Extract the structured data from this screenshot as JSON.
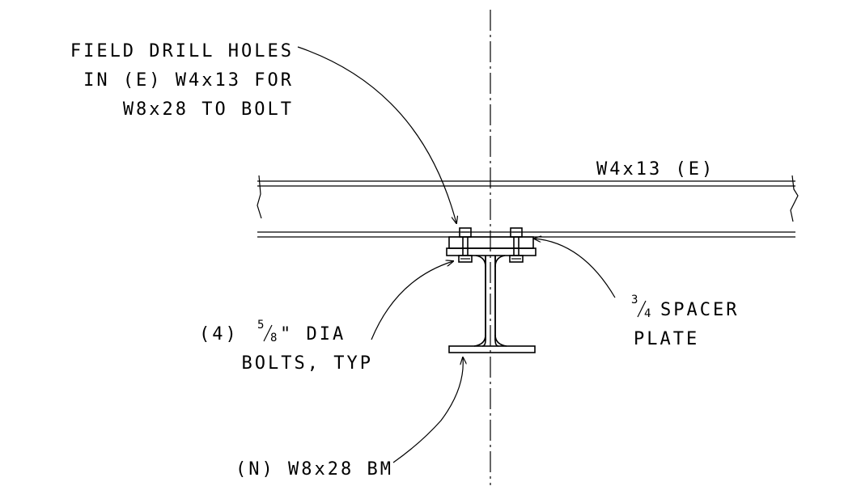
{
  "notes": {
    "field_drill": [
      "FIELD DRILL HOLES",
      "IN (E) W4x13 FOR",
      "W8x28 TO BOLT"
    ],
    "existing_beam": "W4x13 (E)",
    "spacer_fraction_num": "3",
    "spacer_fraction_den": "4",
    "spacer_line1": "SPACER",
    "spacer_line2": "PLATE",
    "bolts_prefix": "(4)",
    "bolts_fraction_num": "5",
    "bolts_fraction_den": "8",
    "bolts_suffix": "\" DIA",
    "bolts_line2": "BOLTS, TYP",
    "new_beam": "(N) W8x28 BM"
  }
}
